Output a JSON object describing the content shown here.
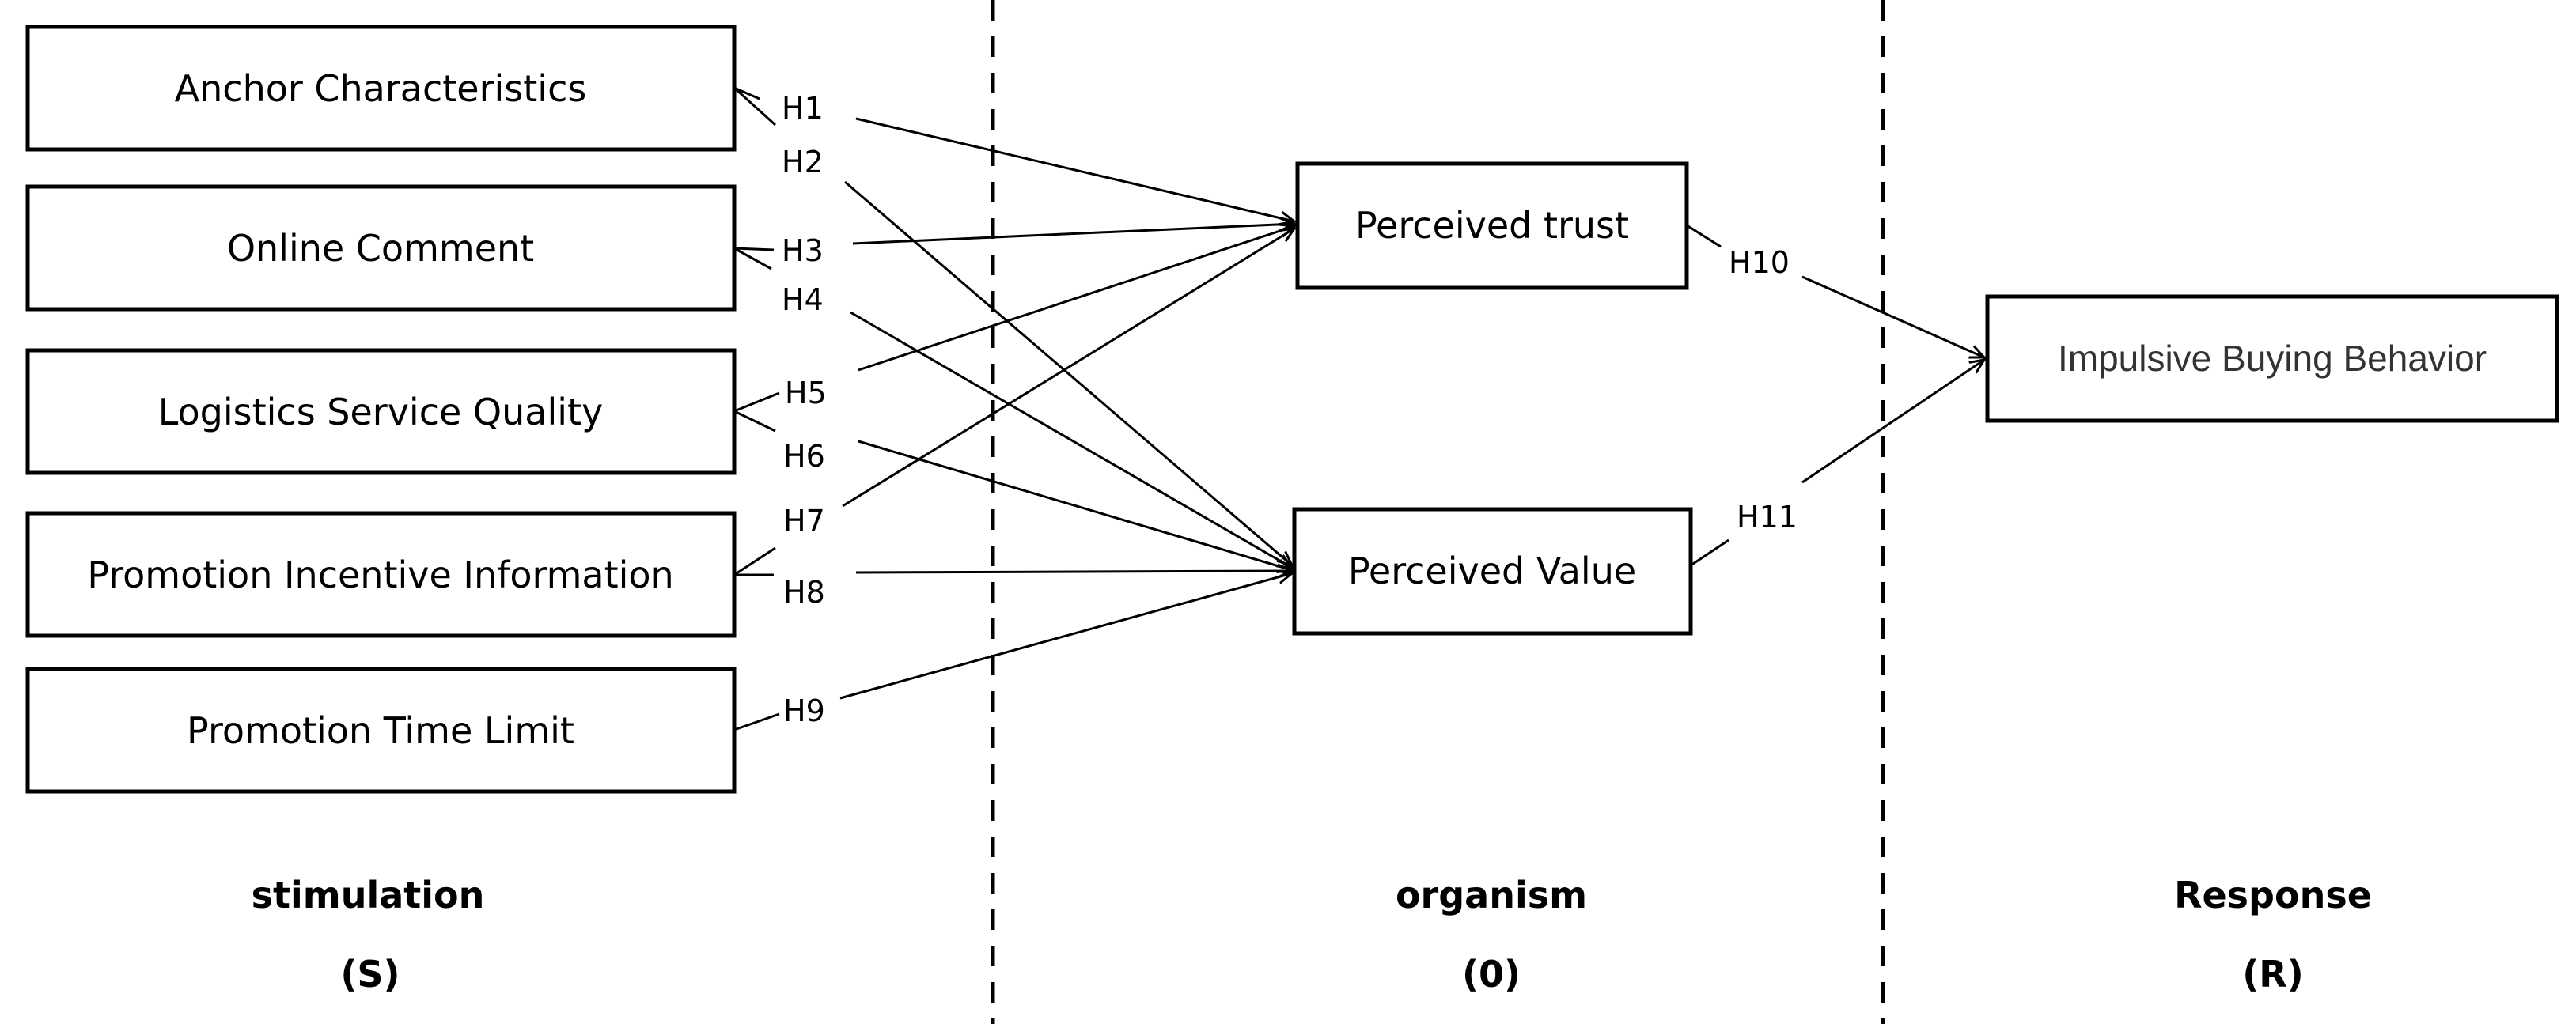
{
  "stimulus": {
    "anchor": "Anchor Characteristics",
    "comment": "Online Comment",
    "logistics": "Logistics Service Quality",
    "incentive": "Promotion Incentive Information",
    "timelimit": "Promotion Time Limit"
  },
  "organism": {
    "trust": "Perceived trust",
    "value": "Perceived Value"
  },
  "response": {
    "impulse": "Impulsive Buying Behavior"
  },
  "hypotheses": {
    "h1": "H1",
    "h2": "H2",
    "h3": "H3",
    "h4": "H4",
    "h5": "H5",
    "h6": "H6",
    "h7": "H7",
    "h8": "H8",
    "h9": "H9",
    "h10": "H10",
    "h11": "H11"
  },
  "stages": {
    "s_name": "stimulation",
    "s_code": "(S)",
    "o_name": "organism",
    "o_code": "(0)",
    "r_name": "Response",
    "r_code": "(R)"
  }
}
